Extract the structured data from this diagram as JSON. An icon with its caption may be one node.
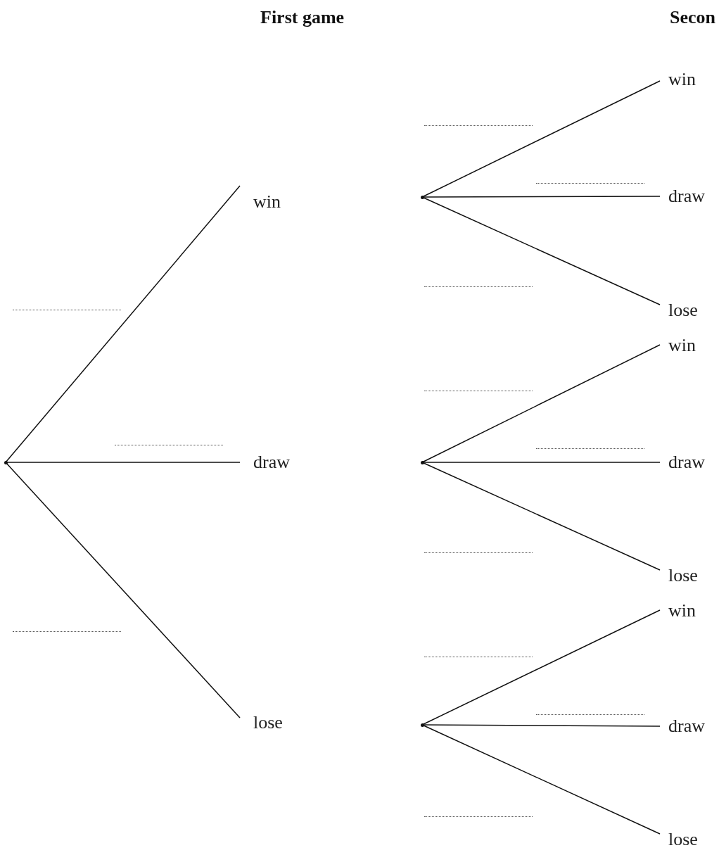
{
  "diagram": {
    "nodes": [
      {
        "text": [],
        "shape": "point"
      },
      {
        "text": [
          "win"
        ]
      },
      {
        "text": [
          "draw"
        ]
      },
      {
        "text": [
          "lose"
        ]
      },
      {
        "text": [],
        "shape": "point"
      },
      {
        "text": [
          "win"
        ]
      },
      {
        "text": [
          "draw"
        ]
      },
      {
        "text": [
          "lose"
        ]
      },
      {
        "text": [],
        "shape": "point"
      },
      {
        "text": [
          "win"
        ]
      },
      {
        "text": [
          "draw"
        ]
      },
      {
        "text": [
          "lose"
        ]
      },
      {
        "text": [],
        "shape": "point"
      },
      {
        "text": [
          "win"
        ]
      },
      {
        "text": [
          "draw"
        ]
      },
      {
        "text": [
          "lose"
        ]
      }
    ],
    "edges": [
      {
        "from": 0,
        "to": 1,
        "arrow": "none"
      },
      {
        "from": 0,
        "to": 2,
        "arrow": "none"
      },
      {
        "from": 0,
        "to": 3,
        "arrow": "none"
      },
      {
        "from": 4,
        "to": 5,
        "arrow": "none"
      },
      {
        "from": 4,
        "to": 6,
        "arrow": "none"
      },
      {
        "from": 4,
        "to": 7,
        "arrow": "none"
      },
      {
        "from": 8,
        "to": 9,
        "arrow": "none"
      },
      {
        "from": 8,
        "to": 10,
        "arrow": "none"
      },
      {
        "from": 8,
        "to": 11,
        "arrow": "none"
      },
      {
        "from": 12,
        "to": 13,
        "arrow": "none"
      },
      {
        "from": 12,
        "to": 14,
        "arrow": "none"
      },
      {
        "from": 12,
        "to": 15,
        "arrow": "none"
      }
    ],
    "labels": [
      "First game",
      "Secon"
    ]
  }
}
